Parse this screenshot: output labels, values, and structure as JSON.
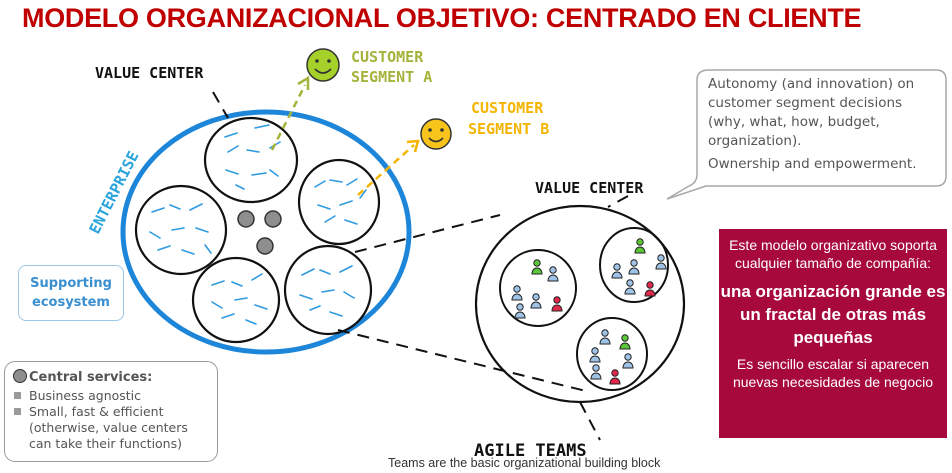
{
  "title": "MODELO ORGANIZACIONAL OBJETIVO: CENTRADO EN CLIENTE",
  "labels": {
    "value_center_left": "VALUE CENTER",
    "value_center_right": "VALUE CENTER",
    "enterprise": "ENTERPRISE",
    "customer_a_line1": "CUSTOMER",
    "customer_a_line2": "SEGMENT A",
    "customer_b_line1": "CUSTOMER",
    "customer_b_line2": "SEGMENT B",
    "agile_teams": "AGILE TEAMS"
  },
  "bubble": {
    "lines": [
      "Autonomy (and innovation) on",
      "customer segment decisions",
      "(why, what, how, budget,",
      "organization)."
    ],
    "ownership": "Ownership and empowerment."
  },
  "supporting": {
    "line1": "Supporting",
    "line2": "ecosystem"
  },
  "central": {
    "heading": "Central services:",
    "items": [
      "Business agnostic",
      "Small, fast & efficient (otherwise, value centers can take their functions)"
    ]
  },
  "redbox": {
    "p1": "Este modelo organizativo soporta cualquier tamaño de compañía:",
    "p2": "una organización grande es un fractal de otras más pequeñas",
    "p3": "Es sencillo escalar si aparecen nuevas necesidades  de negocio"
  },
  "caption": "Teams are the basic organizational building block",
  "colors": {
    "title": "#c00000",
    "enterprise_ring": "#1d86d9",
    "arrow": "#a4b33a",
    "arrow_b": "#f4b400",
    "smiley_a": "#a6d12b",
    "smiley_b": "#f7c41c",
    "redbox": "#a7093d"
  }
}
